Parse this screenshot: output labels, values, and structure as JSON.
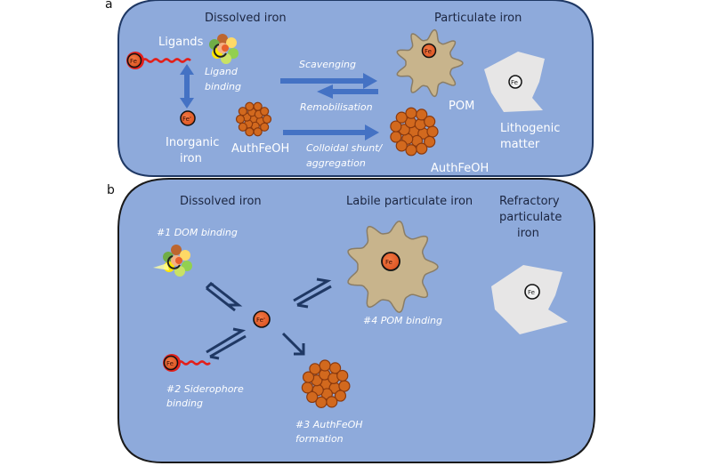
{
  "panel_a": {
    "label": "a",
    "dissolved_title": "Dissolved iron",
    "particulate_title": "Particulate iron",
    "ligands_label": "Ligands",
    "ligand_binding_line1": "Ligand",
    "ligand_binding_line2": "binding",
    "inorganic_line1": "Inorganic",
    "inorganic_line2": "iron",
    "authfeoh_dissolved": "AuthFeOH",
    "scavenging": "Scavenging",
    "remobilisation": "Remobilisation",
    "colloidal_line1": "Colloidal shunt/",
    "colloidal_line2": "aggregation",
    "pom_label": "POM",
    "lithogenic_line1": "Lithogenic",
    "lithogenic_line2": "matter",
    "authfeoh_particulate": "AuthFeOH",
    "fe_symbol": "Fe",
    "fe_prime": "Fe'"
  },
  "panel_b": {
    "label": "b",
    "dissolved_title": "Dissolved iron",
    "labile_title": "Labile particulate iron",
    "refractory_line1": "Refractory",
    "refractory_line2": "particulate",
    "refractory_line3": "iron",
    "dom_binding": "#1 DOM binding",
    "siderophore_line1": "#2 Siderophore",
    "siderophore_line2": "binding",
    "authfeoh_line1": "#3 AuthFeOH",
    "authfeoh_line2": "formation",
    "pom_binding": "#4 POM binding",
    "fe_symbol": "Fe",
    "fe_prime": "Fe'"
  },
  "colors": {
    "panel_fill": "#8eaadb",
    "panel_border": "#1f3864",
    "arrow_a": "#4472c4",
    "arrow_b": "#1f3864",
    "fe_orange": "#e8612c",
    "authfeoh_brown": "#c55a11",
    "pom_tan": "#c8b48c",
    "lithogenic_grey": "#e7e6e6",
    "siderophore_red": "#e2201b"
  }
}
